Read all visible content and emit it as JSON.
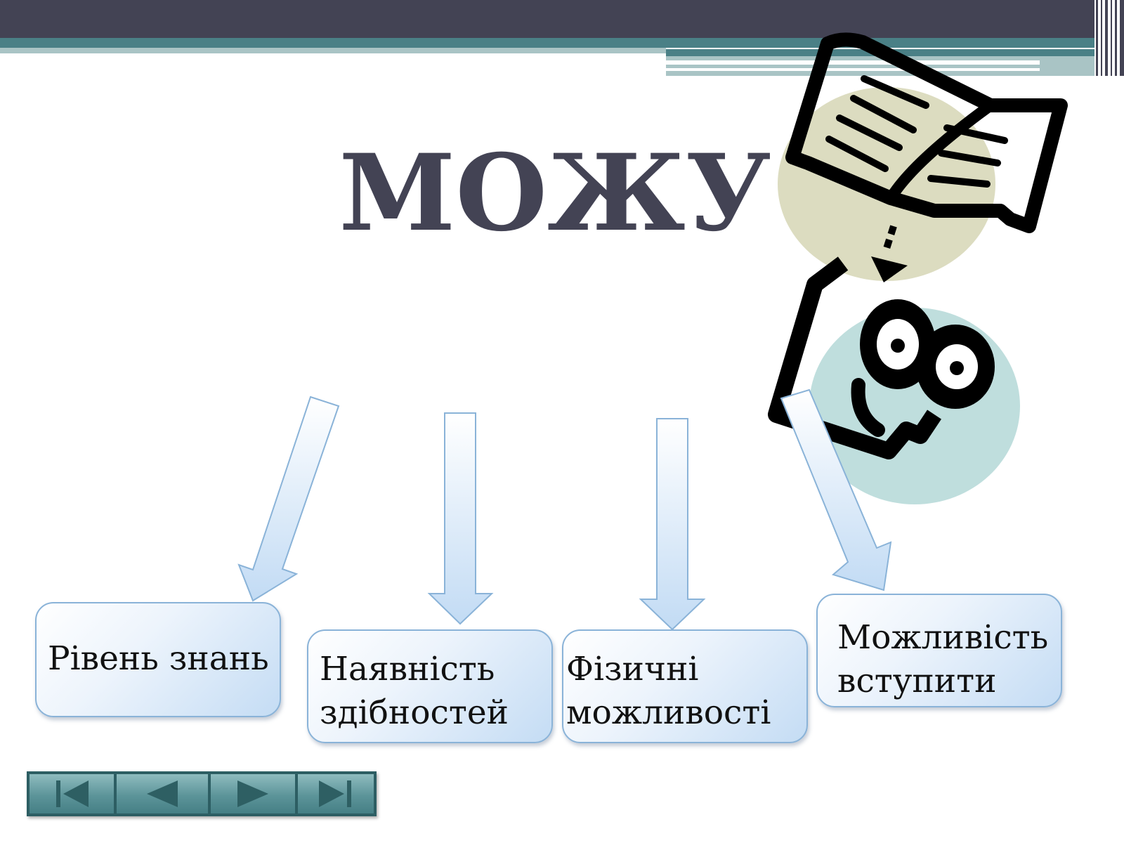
{
  "slide": {
    "title": "МОЖУ",
    "boxes": [
      {
        "line1": "Рівень знань",
        "line2": ""
      },
      {
        "line1": "Наявність",
        "line2": "здібностей"
      },
      {
        "line1": "Фізичні",
        "line2": "можливості"
      },
      {
        "line1": "Можливість",
        "line2": "вступити"
      }
    ]
  },
  "navigation": {
    "buttons": [
      "first-icon",
      "previous-icon",
      "next-icon",
      "last-icon"
    ]
  },
  "colors": {
    "header_band": "#434354",
    "accent_teal": "#4a8086",
    "title_text": "#434354",
    "box_border": "#8ab3d8",
    "nav_button": "#5c9499"
  }
}
